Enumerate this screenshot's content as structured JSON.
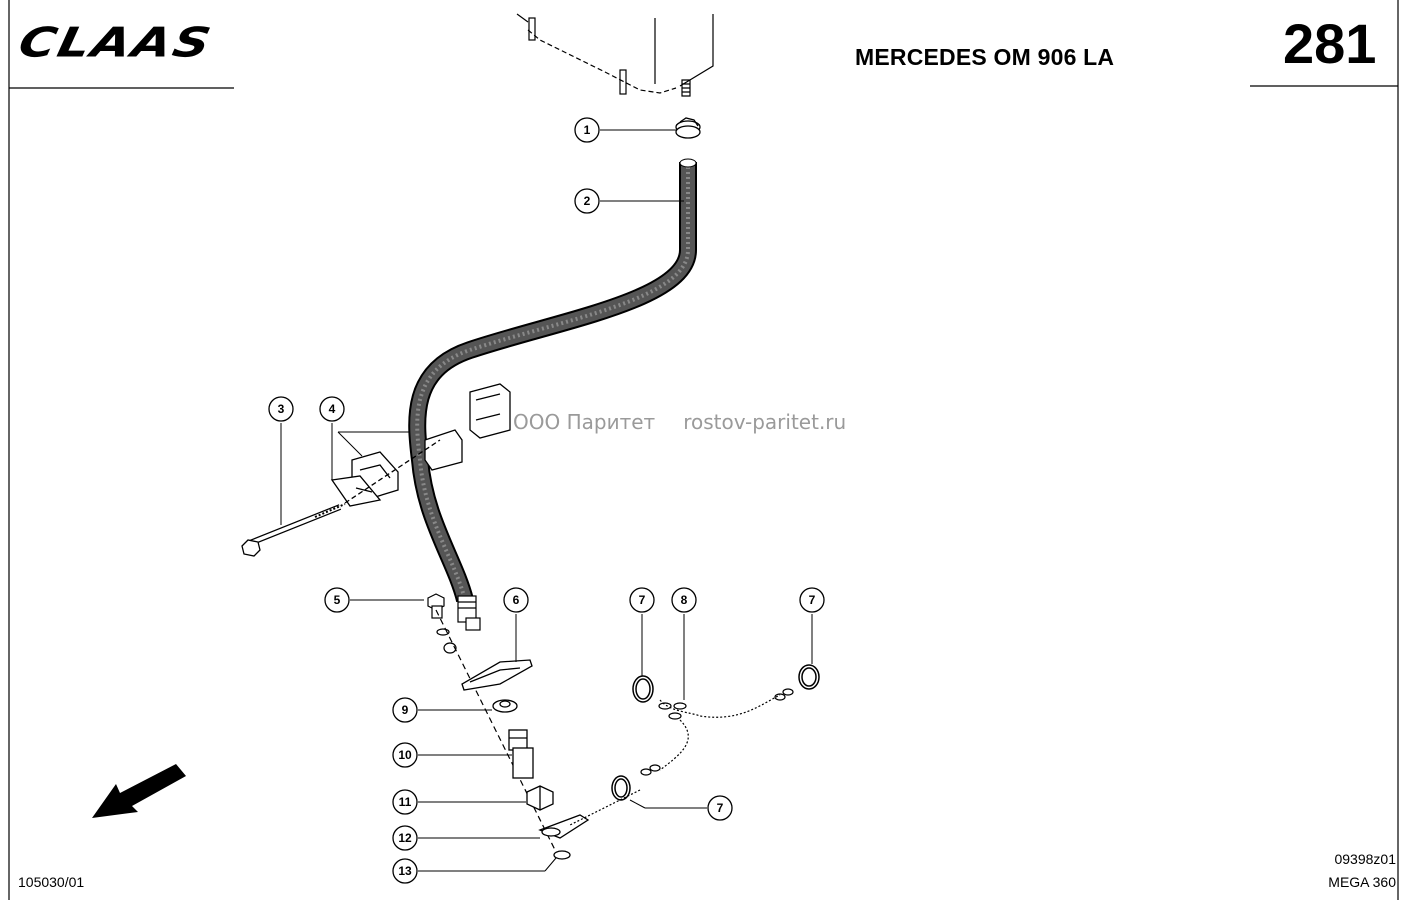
{
  "header": {
    "brand": "CLAAS",
    "title": "MERCEDES OM 906 LA",
    "page_number": "281"
  },
  "footer": {
    "left_code": "105030/01",
    "drawing_code": "09398z01",
    "model": "MEGA 360"
  },
  "watermark": {
    "company": "ООО Паритет",
    "site": "rostov-paritet.ru"
  },
  "callouts": [
    "1",
    "2",
    "3",
    "4",
    "5",
    "6",
    "7",
    "8",
    "7",
    "9",
    "10",
    "11",
    "12",
    "13",
    "7"
  ]
}
